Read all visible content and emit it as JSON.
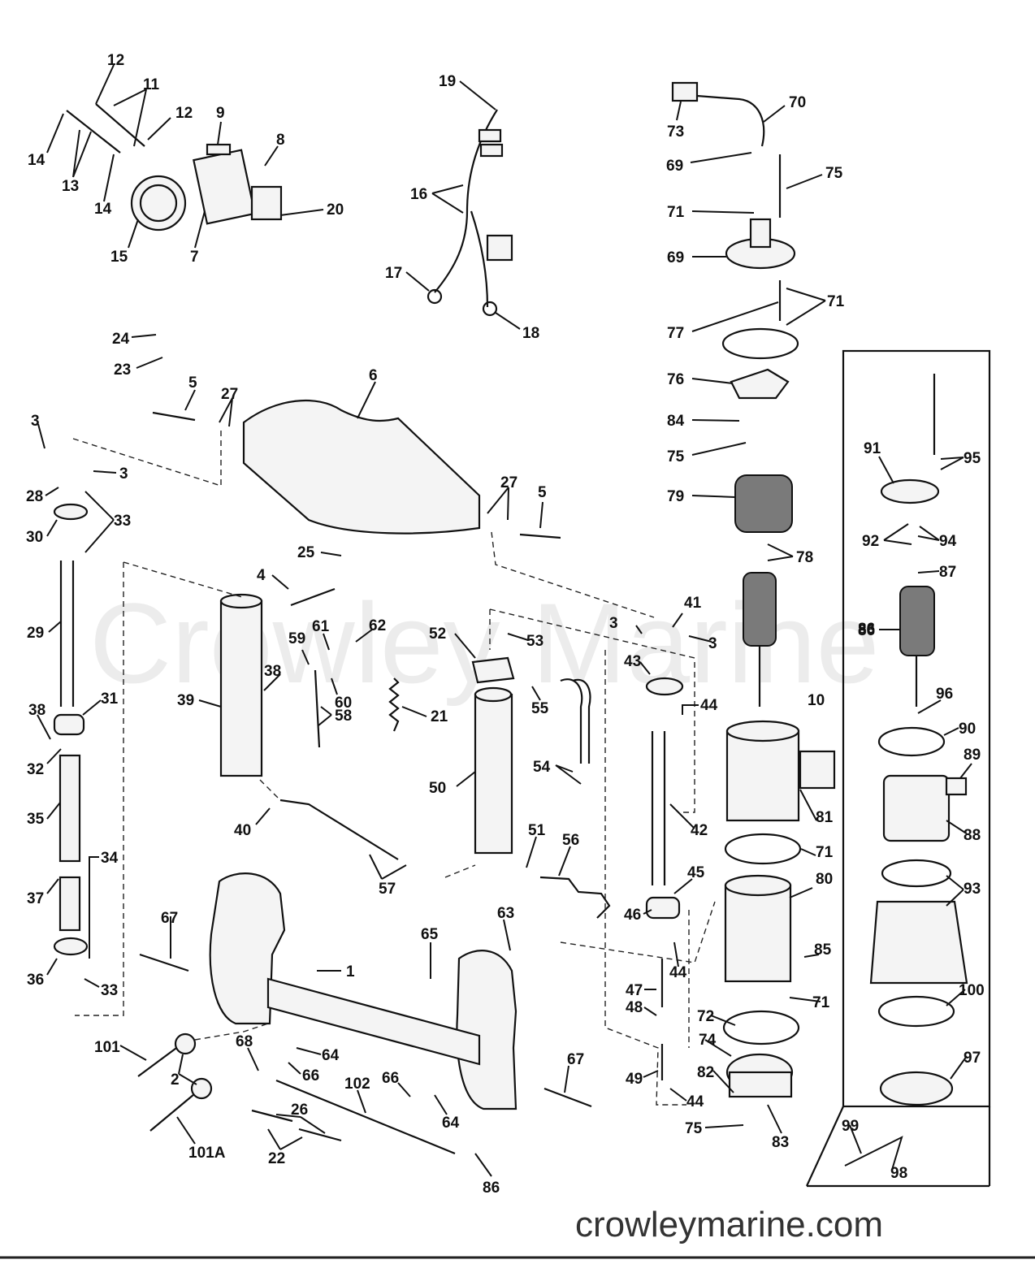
{
  "watermark": "Crowley Marine",
  "site_url": "crowleymarine.com",
  "callouts": {
    "c12a": "12",
    "c11": "11",
    "c12b": "12",
    "c14a": "14",
    "c13": "13",
    "c14b": "14",
    "c15": "15",
    "c9": "9",
    "c8": "8",
    "c7": "7",
    "c20": "20",
    "c19": "19",
    "c16": "16",
    "c17": "17",
    "c18": "18",
    "c73": "73",
    "c70": "70",
    "c69a": "69",
    "c75a": "75",
    "c71a": "71",
    "c69b": "69",
    "c71b": "71",
    "c77": "77",
    "c76": "76",
    "c84": "84",
    "c75b": "75",
    "c79": "79",
    "c78": "78",
    "c24": "24",
    "c23": "23",
    "c5a": "5",
    "c27a": "27",
    "c6": "6",
    "c3a": "3",
    "c3b": "3",
    "c28": "28",
    "c30": "30",
    "c33a": "33",
    "c27b": "27",
    "c5b": "5",
    "c25": "25",
    "c4": "4",
    "c29": "29",
    "c38a": "38",
    "c31": "31",
    "c32": "32",
    "c35": "35",
    "c34": "34",
    "c37": "37",
    "c36": "36",
    "c33b": "33",
    "c39": "39",
    "c38b": "38",
    "c59": "59",
    "c61": "61",
    "c62": "62",
    "c60": "60",
    "c58": "58",
    "c21": "21",
    "c40": "40",
    "c57": "57",
    "c52": "52",
    "c53": "53",
    "c55": "55",
    "c50": "50",
    "c54": "54",
    "c51": "51",
    "c56": "56",
    "c3c": "3",
    "c41": "41",
    "c3d": "3",
    "c43": "43",
    "c44a": "44",
    "c42": "42",
    "c45": "45",
    "c46": "46",
    "c44b": "44",
    "c47": "47",
    "c48": "48",
    "c49": "49",
    "c44c": "44",
    "c86a": "86",
    "c10": "10",
    "c81": "81",
    "c71c": "71",
    "c80": "80",
    "c85": "85",
    "c71d": "71",
    "c72": "72",
    "c74": "74",
    "c82": "82",
    "c83": "83",
    "c75c": "75",
    "c91": "91",
    "c95": "95",
    "c92": "92",
    "c94": "94",
    "c87": "87",
    "c86b": "86",
    "c96": "96",
    "c90": "90",
    "c89": "89",
    "c88": "88",
    "c93": "93",
    "c100": "100",
    "c97": "97",
    "c99": "99",
    "c98": "98",
    "c67a": "67",
    "c1": "1",
    "c65": "65",
    "c63": "63",
    "c101": "101",
    "c2": "2",
    "c68": "68",
    "c64a": "64",
    "c66a": "66",
    "c101a": "101A",
    "c26": "26",
    "c22": "22",
    "c102": "102",
    "c66b": "66",
    "c64b": "64",
    "c86c": "86",
    "c67b": "67"
  }
}
